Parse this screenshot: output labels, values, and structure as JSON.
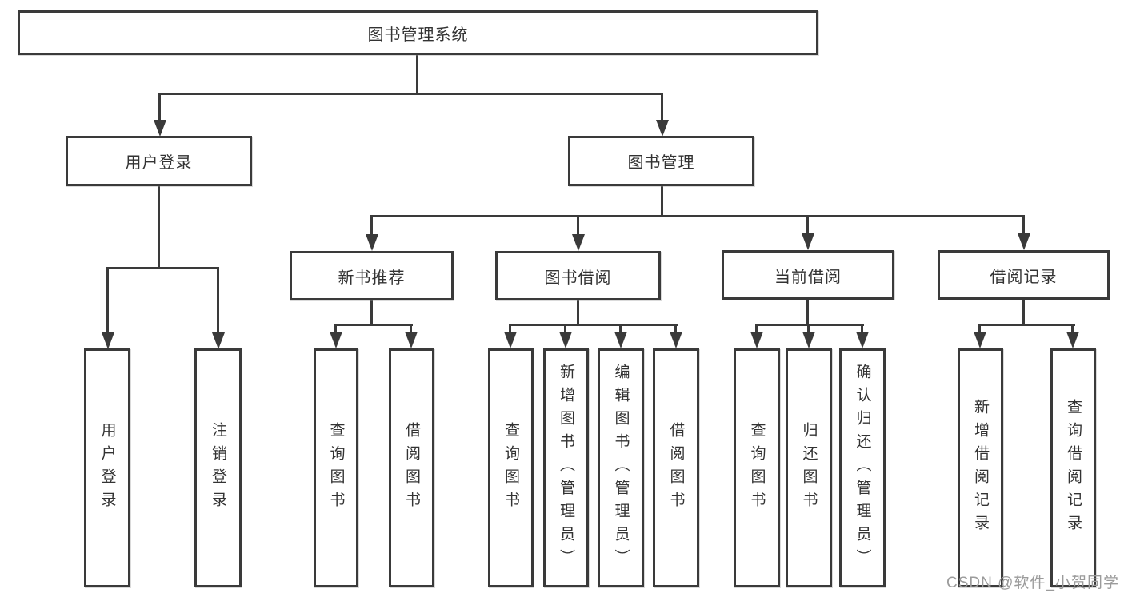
{
  "diagram": {
    "title": "图书管理系统",
    "nodes": {
      "user_login": "用户登录",
      "book_mgmt": "图书管理",
      "new_rec": "新书推荐",
      "book_borrow": "图书借阅",
      "current_borrow": "当前借阅",
      "borrow_record": "借阅记录",
      "leaf_user_login": "用户登录",
      "leaf_logout": "注销登录",
      "leaf_rec_query": "查询图书",
      "leaf_rec_borrow": "借阅图书",
      "leaf_bb_query": "查询图书",
      "leaf_bb_add": "新增图书（管理员）",
      "leaf_bb_edit": "编辑图书（管理员）",
      "leaf_bb_borrow": "借阅图书",
      "leaf_cb_query": "查询图书",
      "leaf_cb_return": "归还图书",
      "leaf_cb_confirm": "确认归还（管理员）",
      "leaf_br_add": "新增借阅记录",
      "leaf_br_query": "查询借阅记录"
    },
    "watermark": "CSDN @软件_小贺同学",
    "colors": {
      "line": "#3a3a3a",
      "text": "#333333",
      "watermark": "#9b9b9b",
      "background": "#ffffff"
    }
  }
}
